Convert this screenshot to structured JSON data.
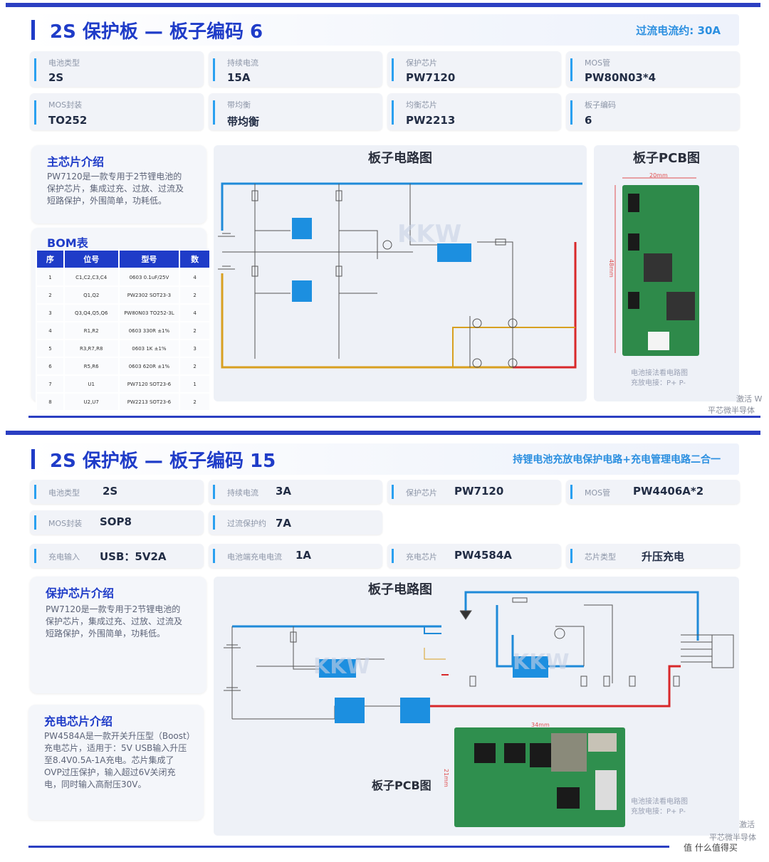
{
  "section1": {
    "title": "2S 保护板 — 板子编码 6",
    "note": "过流电流约: 30A",
    "specs": [
      {
        "label": "电池类型",
        "value": "2S"
      },
      {
        "label": "持续电流",
        "value": "15A"
      },
      {
        "label": "保护芯片",
        "value": "PW7120"
      },
      {
        "label": "MOS管",
        "value": "PW80N03*4"
      },
      {
        "label": "MOS封装",
        "value": "TO252"
      },
      {
        "label": "带均衡",
        "value": "带均衡"
      },
      {
        "label": "均衡芯片",
        "value": "PW2213"
      },
      {
        "label": "板子编码",
        "value": "6"
      }
    ],
    "chip_intro": {
      "title": "主芯片介绍",
      "text": "PW7120是一款专用于2节锂电池的保护芯片，集成过充、过放、过流及短路保护，外围简单，功耗低。"
    },
    "bom": {
      "title": "BOM表",
      "headers": [
        "序",
        "位号",
        "型号",
        "数"
      ],
      "rows": [
        [
          "1",
          "C1,C2,C3,C4",
          "0603 0.1uF/25V",
          "4"
        ],
        [
          "2",
          "Q1,Q2",
          "PW2302 SOT23-3",
          "2"
        ],
        [
          "3",
          "Q3,Q4,Q5,Q6",
          "PW80N03 TO252-3L",
          "4"
        ],
        [
          "4",
          "R1,R2",
          "0603 330R ±1%",
          "2"
        ],
        [
          "5",
          "R3,R7,R8",
          "0603 1K ±1%",
          "3"
        ],
        [
          "6",
          "R5,R6",
          "0603 620R ±1%",
          "2"
        ],
        [
          "7",
          "U1",
          "PW7120 SOT23-6",
          "1"
        ],
        [
          "8",
          "U2,U7",
          "PW2213 SOT23-6",
          "2"
        ]
      ]
    },
    "circuit_title": "板子电路图",
    "pcb_title": "板子PCB图",
    "pcb_dim_w": "20mm",
    "pcb_dim_h": "48mm",
    "pcb_caption": [
      "电池接法看电路图",
      "充放电接：P+ P-"
    ],
    "watermark": [
      "激活 W",
      "平芯微半导体"
    ]
  },
  "section2": {
    "title": "2S 保护板 — 板子编码 15",
    "note": "持锂电池充放电保护电路+充电管理电路二合一",
    "specs": [
      {
        "label": "电池类型",
        "value": "2S"
      },
      {
        "label": "持续电流",
        "value": "3A"
      },
      {
        "label": "保护芯片",
        "value": "PW7120"
      },
      {
        "label": "MOS管",
        "value": "PW4406A*2"
      },
      {
        "label": "MOS封装",
        "value": "SOP8"
      },
      {
        "label": "过流保护约",
        "value": "7A"
      },
      {
        "label": "充电输入",
        "value": "USB：5V2A"
      },
      {
        "label": "电池端充电电流",
        "value": "1A"
      },
      {
        "label": "充电芯片",
        "value": "PW4584A"
      },
      {
        "label": "芯片类型",
        "value": "升压充电"
      }
    ],
    "protect_intro": {
      "title": "保护芯片介绍",
      "text": "PW7120是一款专用于2节锂电池的保护芯片，集成过充、过放、过流及短路保护，外围简单，功耗低。"
    },
    "charge_intro": {
      "title": "充电芯片介绍",
      "text": "PW4584A是一款开关升压型（Boost）充电芯片，适用于：5V USB输入升压至8.4V0.5A-1A充电。芯片集成了OVP过压保护，输入超过6V关闭充电，同时输入高耐压30V。"
    },
    "circuit_title": "板子电路图",
    "pcb_title": "板子PCB图",
    "pcb_dim_w": "34mm",
    "pcb_dim_h": "21mm",
    "pcb_caption": [
      "电池接法看电路图",
      "充放电接：P+ P-"
    ],
    "watermark": [
      "激活",
      "平芯微半导体"
    ],
    "site": "值 什么值得买"
  },
  "colors": {
    "accent": "#1f3cc8",
    "accent_light": "#2aa0f0",
    "wire_blue": "#1f8ad8",
    "wire_red": "#d8282a",
    "wire_yellow": "#d8a020",
    "chip_blue": "#1c8fe0",
    "pcb_green": "#2e8a4a"
  }
}
